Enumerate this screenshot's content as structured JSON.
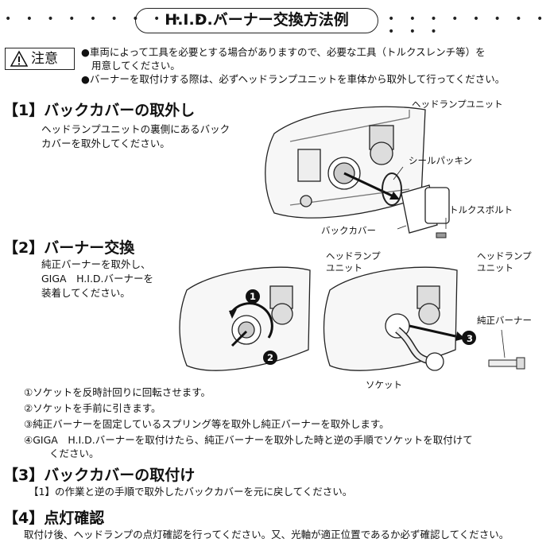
{
  "header": {
    "title": "H.I.D.バーナー交換方法例"
  },
  "caution": {
    "label": "注意",
    "notes": [
      "●車両によって工具を必要とする場合がありますので、必要な工具（トルクスレンチ等）を",
      "用意してください。",
      "●バーナーを取付けする際は、必ずヘッドランプユニットを車体から取外して行ってください。"
    ]
  },
  "section1": {
    "heading": "【1】バックカバーの取外し",
    "body": [
      "ヘッドランプユニットの裏側にあるバック",
      "カバーを取外してください。"
    ],
    "labels": {
      "headlamp_unit": "ヘッドランプユニット",
      "seal_packing": "シールパッキン",
      "torx_bolt": "トルクスボルト",
      "back_cover": "バックカバー"
    }
  },
  "section2": {
    "heading": "【2】バーナー交換",
    "body": [
      "純正バーナーを取外し、",
      "GIGA　H.I.D.バーナーを",
      "装着してください。"
    ],
    "labels": {
      "headlamp_unit_left_1": "ヘッドランプ",
      "headlamp_unit_left_2": "ユニット",
      "headlamp_unit_right_1": "ヘッドランプ",
      "headlamp_unit_right_2": "ユニット",
      "stock_burner": "純正バーナー",
      "socket": "ソケット",
      "step1": "1",
      "step2": "2",
      "step3": "3"
    },
    "steps": [
      "①ソケットを反時計回りに回転させます。",
      "②ソケットを手前に引きます。",
      "③純正バーナーを固定しているスプリング等を取外し純正バーナーを取外します。",
      "④GIGA　H.I.D.バーナーを取付けたら、純正バーナーを取外した時と逆の手順でソケットを取付けて",
      "ください。"
    ]
  },
  "section3": {
    "heading": "【3】バックカバーの取付け",
    "body": "【1】の作業と逆の手順で取外したバックカバーを元に戻してください。"
  },
  "section4": {
    "heading": "【4】点灯確認",
    "body": "取付け後、ヘッドランプの点灯確認を行ってください。又、光軸が適正位置であるか必ず確認してください。"
  }
}
